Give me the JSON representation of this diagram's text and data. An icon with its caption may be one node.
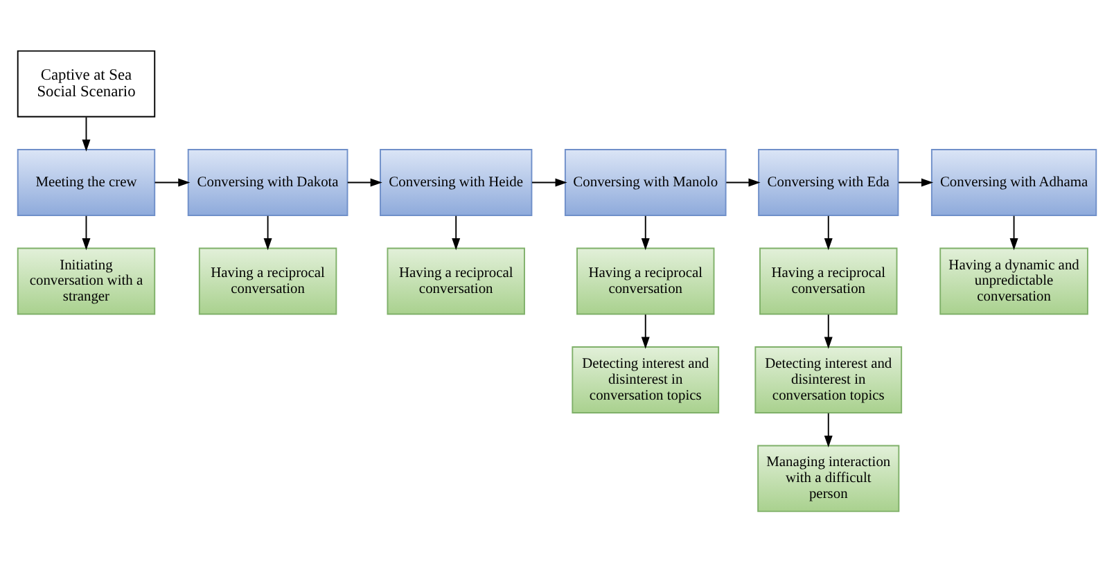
{
  "diagram": {
    "nodes": [
      {
        "text": [
          "Captive at Sea Social Scenario"
        ]
      },
      {
        "text": [
          "Meeting the crew"
        ]
      },
      {
        "text": [
          "Conversing with Dakota"
        ]
      },
      {
        "text": [
          "Conversing with Heide"
        ]
      },
      {
        "text": [
          "Conversing with Manolo"
        ]
      },
      {
        "text": [
          "Conversing with Eda"
        ]
      },
      {
        "text": [
          "Conversing with Adhama"
        ]
      },
      {
        "text": [
          "Initiating conversation with a stranger"
        ]
      },
      {
        "text": [
          "Having a reciprocal conversation"
        ]
      },
      {
        "text": [
          "Having a reciprocal conversation"
        ]
      },
      {
        "text": [
          "Having a reciprocal conversation"
        ]
      },
      {
        "text": [
          "Having a reciprocal conversation"
        ]
      },
      {
        "text": [
          "Having a dynamic and unpredictable conversation"
        ]
      },
      {
        "text": [
          "Detecting interest and disinterest in conversation topics"
        ]
      },
      {
        "text": [
          "Detecting interest and disinterest in conversation topics"
        ]
      },
      {
        "text": [
          "Managing interaction with a difficult person"
        ]
      }
    ],
    "edges": [
      {
        "from": 0,
        "to": 1,
        "arrow": "to"
      },
      {
        "from": 1,
        "to": 2,
        "arrow": "to"
      },
      {
        "from": 2,
        "to": 3,
        "arrow": "to"
      },
      {
        "from": 3,
        "to": 4,
        "arrow": "to"
      },
      {
        "from": 4,
        "to": 5,
        "arrow": "to"
      },
      {
        "from": 5,
        "to": 6,
        "arrow": "to"
      },
      {
        "from": 1,
        "to": 7,
        "arrow": "to"
      },
      {
        "from": 2,
        "to": 8,
        "arrow": "to"
      },
      {
        "from": 3,
        "to": 9,
        "arrow": "to"
      },
      {
        "from": 4,
        "to": 10,
        "arrow": "to"
      },
      {
        "from": 5,
        "to": 11,
        "arrow": "to"
      },
      {
        "from": 6,
        "to": 12,
        "arrow": "to"
      },
      {
        "from": 10,
        "to": 13,
        "arrow": "to"
      },
      {
        "from": 11,
        "to": 14,
        "arrow": "to"
      },
      {
        "from": 14,
        "to": 15,
        "arrow": "to"
      }
    ]
  }
}
